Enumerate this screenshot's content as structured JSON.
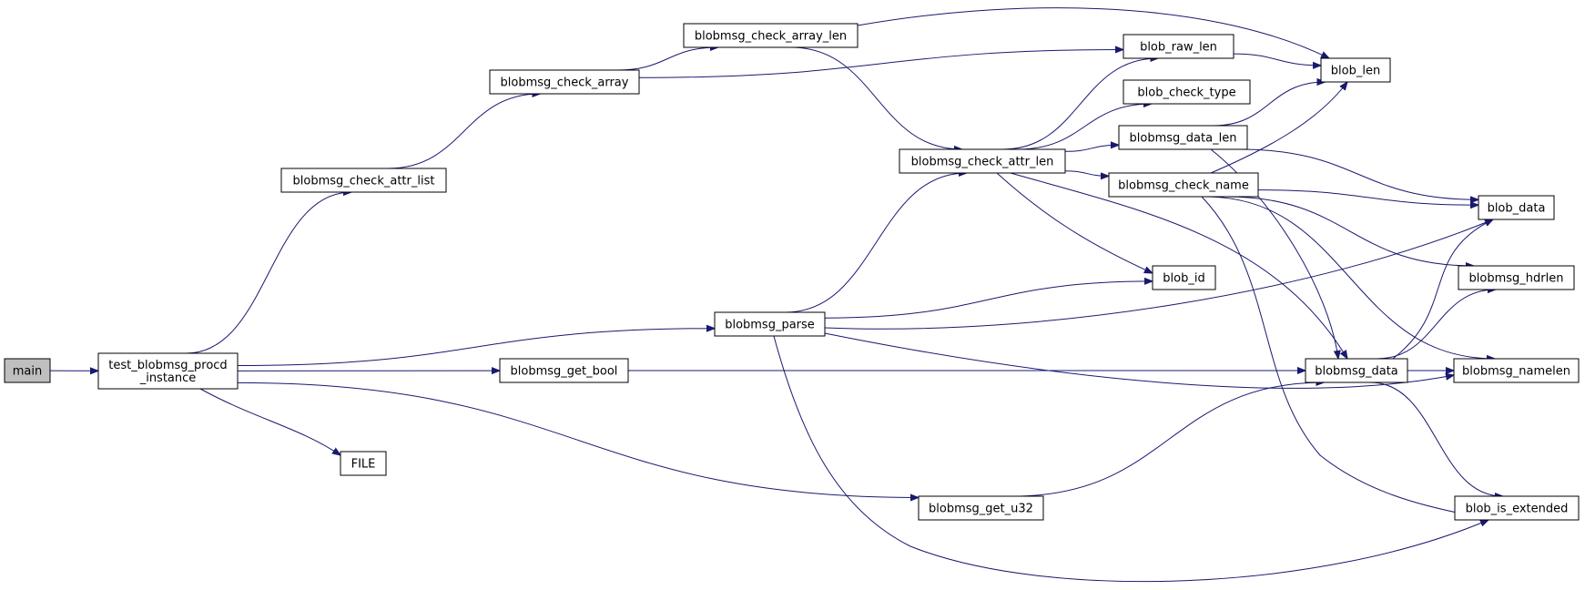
{
  "diagram": {
    "type": "call-graph",
    "colors": {
      "edge": "#191970",
      "node_border": "#000000",
      "node_fill": "#ffffff",
      "root_fill": "#bfbfbf"
    },
    "nodes": [
      {
        "id": "main",
        "lines": [
          "main"
        ]
      },
      {
        "id": "test_blobmsg_procd_instance",
        "lines": [
          "test_blobmsg_procd",
          "_instance"
        ]
      },
      {
        "id": "blobmsg_check_attr_list",
        "lines": [
          "blobmsg_check_attr_list"
        ]
      },
      {
        "id": "blobmsg_check_array",
        "lines": [
          "blobmsg_check_array"
        ]
      },
      {
        "id": "blobmsg_check_array_len",
        "lines": [
          "blobmsg_check_array_len"
        ]
      },
      {
        "id": "blobmsg_parse",
        "lines": [
          "blobmsg_parse"
        ]
      },
      {
        "id": "blobmsg_get_bool",
        "lines": [
          "blobmsg_get_bool"
        ]
      },
      {
        "id": "FILE",
        "lines": [
          "FILE"
        ]
      },
      {
        "id": "blobmsg_get_u32",
        "lines": [
          "blobmsg_get_u32"
        ]
      },
      {
        "id": "blobmsg_check_attr_len",
        "lines": [
          "blobmsg_check_attr_len"
        ]
      },
      {
        "id": "blob_raw_len",
        "lines": [
          "blob_raw_len"
        ]
      },
      {
        "id": "blob_check_type",
        "lines": [
          "blob_check_type"
        ]
      },
      {
        "id": "blobmsg_data_len",
        "lines": [
          "blobmsg_data_len"
        ]
      },
      {
        "id": "blobmsg_check_name",
        "lines": [
          "blobmsg_check_name"
        ]
      },
      {
        "id": "blob_id",
        "lines": [
          "blob_id"
        ]
      },
      {
        "id": "blobmsg_data",
        "lines": [
          "blobmsg_data"
        ]
      },
      {
        "id": "blob_len",
        "lines": [
          "blob_len"
        ]
      },
      {
        "id": "blob_data",
        "lines": [
          "blob_data"
        ]
      },
      {
        "id": "blobmsg_hdrlen",
        "lines": [
          "blobmsg_hdrlen"
        ]
      },
      {
        "id": "blobmsg_namelen",
        "lines": [
          "blobmsg_namelen"
        ]
      },
      {
        "id": "blob_is_extended",
        "lines": [
          "blob_is_extended"
        ]
      }
    ],
    "edges": [
      [
        "main",
        "test_blobmsg_procd_instance"
      ],
      [
        "test_blobmsg_procd_instance",
        "blobmsg_check_attr_list"
      ],
      [
        "test_blobmsg_procd_instance",
        "blobmsg_parse"
      ],
      [
        "test_blobmsg_procd_instance",
        "blobmsg_get_bool"
      ],
      [
        "test_blobmsg_procd_instance",
        "FILE"
      ],
      [
        "test_blobmsg_procd_instance",
        "blobmsg_get_u32"
      ],
      [
        "blobmsg_check_attr_list",
        "blobmsg_check_array"
      ],
      [
        "blobmsg_check_array",
        "blobmsg_check_array_len"
      ],
      [
        "blobmsg_check_array",
        "blob_raw_len"
      ],
      [
        "blobmsg_check_array_len",
        "blob_len"
      ],
      [
        "blobmsg_check_array_len",
        "blobmsg_check_attr_len"
      ],
      [
        "blobmsg_check_attr_len",
        "blob_raw_len"
      ],
      [
        "blobmsg_check_attr_len",
        "blob_check_type"
      ],
      [
        "blobmsg_check_attr_len",
        "blobmsg_data_len"
      ],
      [
        "blobmsg_check_attr_len",
        "blobmsg_check_name"
      ],
      [
        "blobmsg_check_attr_len",
        "blob_id"
      ],
      [
        "blobmsg_check_attr_len",
        "blobmsg_data"
      ],
      [
        "blob_raw_len",
        "blob_len"
      ],
      [
        "blobmsg_data_len",
        "blob_len"
      ],
      [
        "blobmsg_data_len",
        "blob_data"
      ],
      [
        "blobmsg_data_len",
        "blobmsg_data"
      ],
      [
        "blobmsg_check_name",
        "blob_len"
      ],
      [
        "blobmsg_check_name",
        "blob_data"
      ],
      [
        "blobmsg_check_name",
        "blobmsg_hdrlen"
      ],
      [
        "blobmsg_check_name",
        "blobmsg_namelen"
      ],
      [
        "blobmsg_check_name",
        "blob_is_extended"
      ],
      [
        "blobmsg_parse",
        "blobmsg_check_attr_len"
      ],
      [
        "blobmsg_parse",
        "blob_id"
      ],
      [
        "blobmsg_parse",
        "blob_data"
      ],
      [
        "blobmsg_parse",
        "blobmsg_namelen"
      ],
      [
        "blobmsg_parse",
        "blob_is_extended"
      ],
      [
        "blobmsg_get_bool",
        "blobmsg_data"
      ],
      [
        "blobmsg_get_u32",
        "blobmsg_data"
      ],
      [
        "blobmsg_data",
        "blob_data"
      ],
      [
        "blobmsg_data",
        "blobmsg_hdrlen"
      ],
      [
        "blobmsg_data",
        "blobmsg_namelen"
      ],
      [
        "blobmsg_data",
        "blob_is_extended"
      ]
    ]
  }
}
